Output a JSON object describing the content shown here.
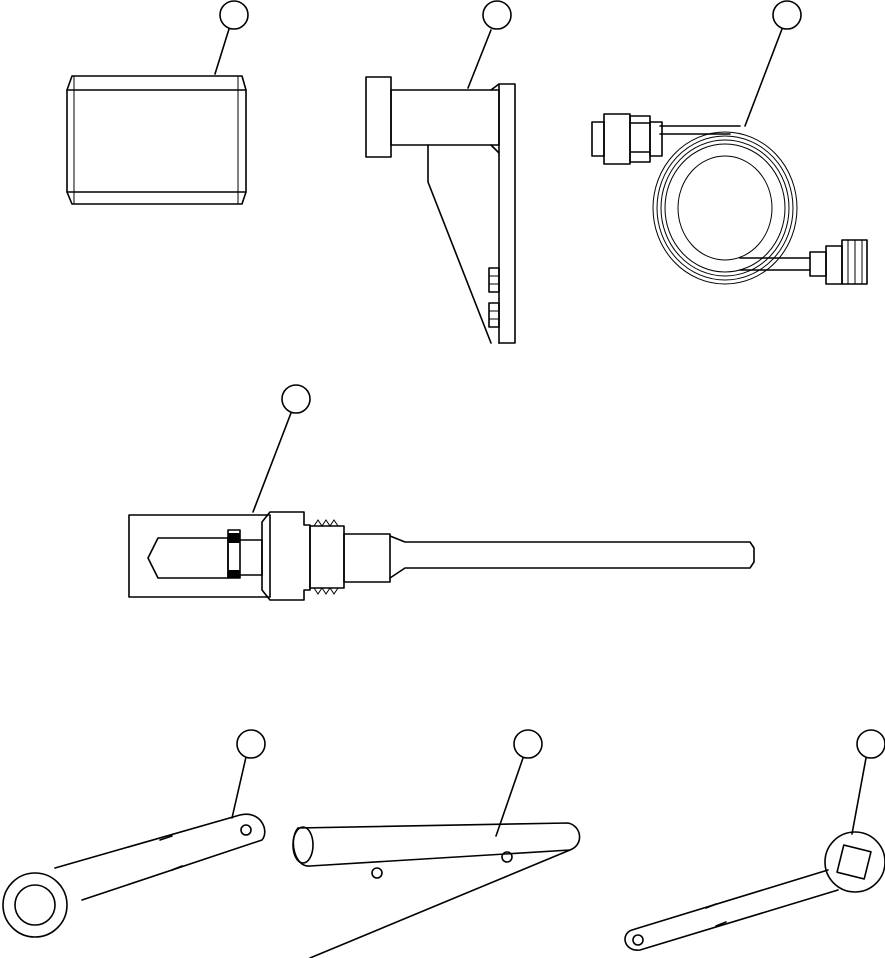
{
  "figure": {
    "background": "#ffffff",
    "line_color": "#000000",
    "callouts": [
      {
        "id": "bushing",
        "label": ""
      },
      {
        "id": "bracket",
        "label": ""
      },
      {
        "id": "cable",
        "label": ""
      },
      {
        "id": "puller",
        "label": ""
      },
      {
        "id": "ring-wrench",
        "label": ""
      },
      {
        "id": "pin-wrench",
        "label": ""
      },
      {
        "id": "square-wrench",
        "label": ""
      }
    ]
  }
}
